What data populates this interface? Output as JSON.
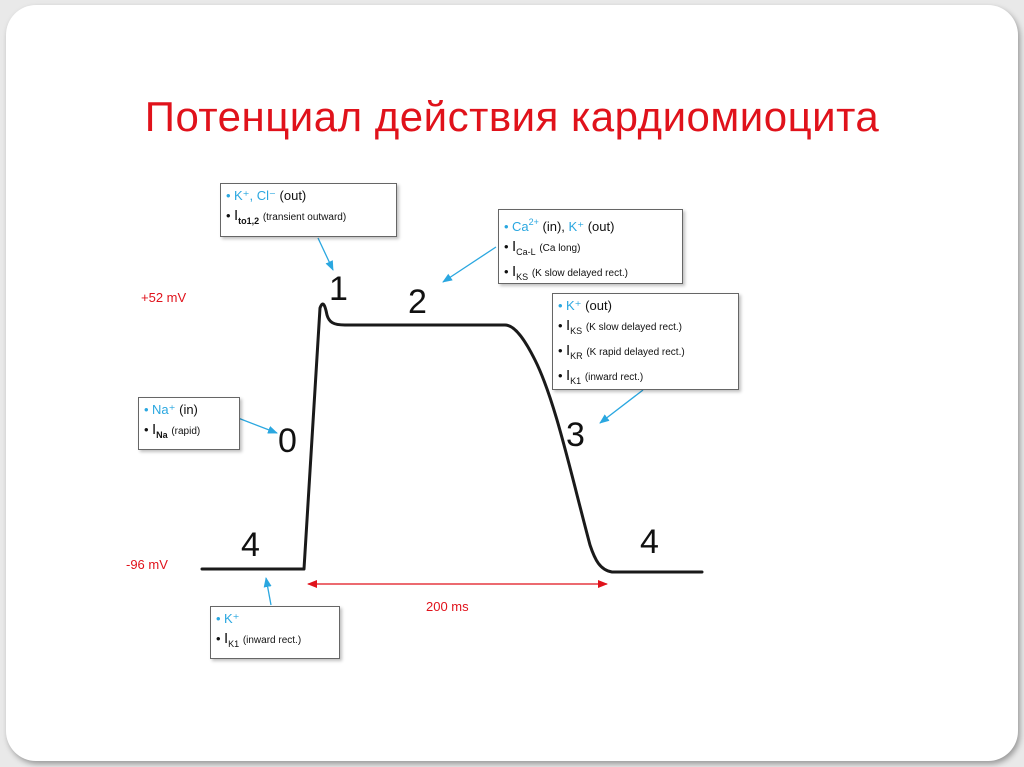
{
  "title": "Потенциал действия кардиомиоцита",
  "colors": {
    "title": "#e0121b",
    "curve": "#1a1a1a",
    "arrow": "#2aa7e0",
    "voltage_label": "#e0121b",
    "time_bracket": "#e0121b"
  },
  "voltage_labels": {
    "top": "+52 mV",
    "bottom": "-96 mV"
  },
  "phases": {
    "p0": "0",
    "p1": "1",
    "p2": "2",
    "p3": "3",
    "p4_left": "4",
    "p4_right": "4"
  },
  "duration_label": "200 ms",
  "boxes": {
    "phase1": {
      "ion_line": "K⁺, Cl⁻",
      "ion_suffix": "(out)",
      "current_main": "I",
      "current_sub": "to1,2",
      "current_desc": "(transient outward)"
    },
    "phase2": {
      "ion_a": "Ca",
      "ion_a_sup": "2+",
      "ion_a_suffix": "(in),",
      "ion_b": "K⁺",
      "ion_b_suffix": "(out)",
      "current1_main": "I",
      "current1_sub": "Ca-L",
      "current1_desc": "(Ca long)",
      "current2_main": "I",
      "current2_sub": "KS",
      "current2_desc": "(K slow delayed rect.)"
    },
    "phase3": {
      "ion_line": "K⁺",
      "ion_suffix": "(out)",
      "current1_main": "I",
      "current1_sub": "KS",
      "current1_desc": "(K slow delayed rect.)",
      "current2_main": "I",
      "current2_sub": "KR",
      "current2_desc": "(K rapid delayed rect.)",
      "current3_main": "I",
      "current3_sub": "K1",
      "current3_desc": "(inward rect.)"
    },
    "phase0": {
      "ion_line": "Na⁺",
      "ion_suffix": "(in)",
      "current_main": "I",
      "current_sub": "Na",
      "current_desc": "(rapid)"
    },
    "phase4": {
      "ion_line": "K⁺",
      "current_main": "I",
      "current_sub": "K1",
      "current_desc": "(inward rect.)"
    }
  }
}
